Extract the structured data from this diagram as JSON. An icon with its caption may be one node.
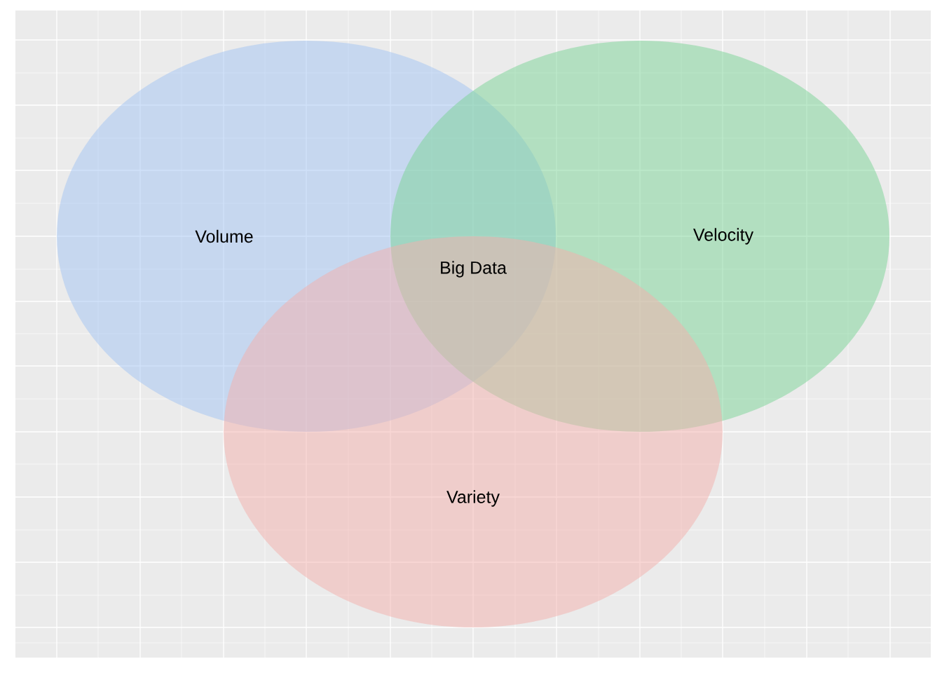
{
  "diagram": {
    "nodes": [
      {
        "text": [
          "Volume"
        ]
      },
      {
        "text": [
          "Velocity"
        ]
      },
      {
        "text": [
          "Variety"
        ]
      }
    ],
    "labels": [
      "Big Data"
    ]
  }
}
